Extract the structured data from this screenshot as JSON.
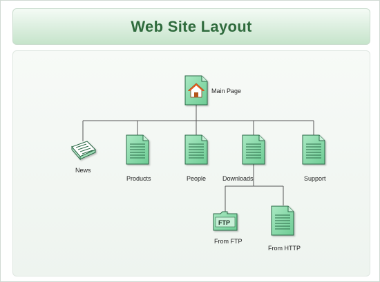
{
  "title": "Web Site Layout",
  "nodes": {
    "main": "Main Page",
    "news": "News",
    "products": "Products",
    "people": "People",
    "downloads": "Downloads",
    "support": "Support",
    "from_ftp": "From FTP",
    "from_http": "From HTTP"
  },
  "ftp_badge": "FTP",
  "icons": {
    "main": "home-page-icon",
    "news": "newspaper-icon",
    "page": "document-page-icon",
    "ftp": "ftp-folder-icon"
  },
  "colors": {
    "title_text": "#2f6b3d",
    "page_fill": "#7fd6a2",
    "page_stroke": "#2c6b46",
    "connector": "#555555"
  }
}
